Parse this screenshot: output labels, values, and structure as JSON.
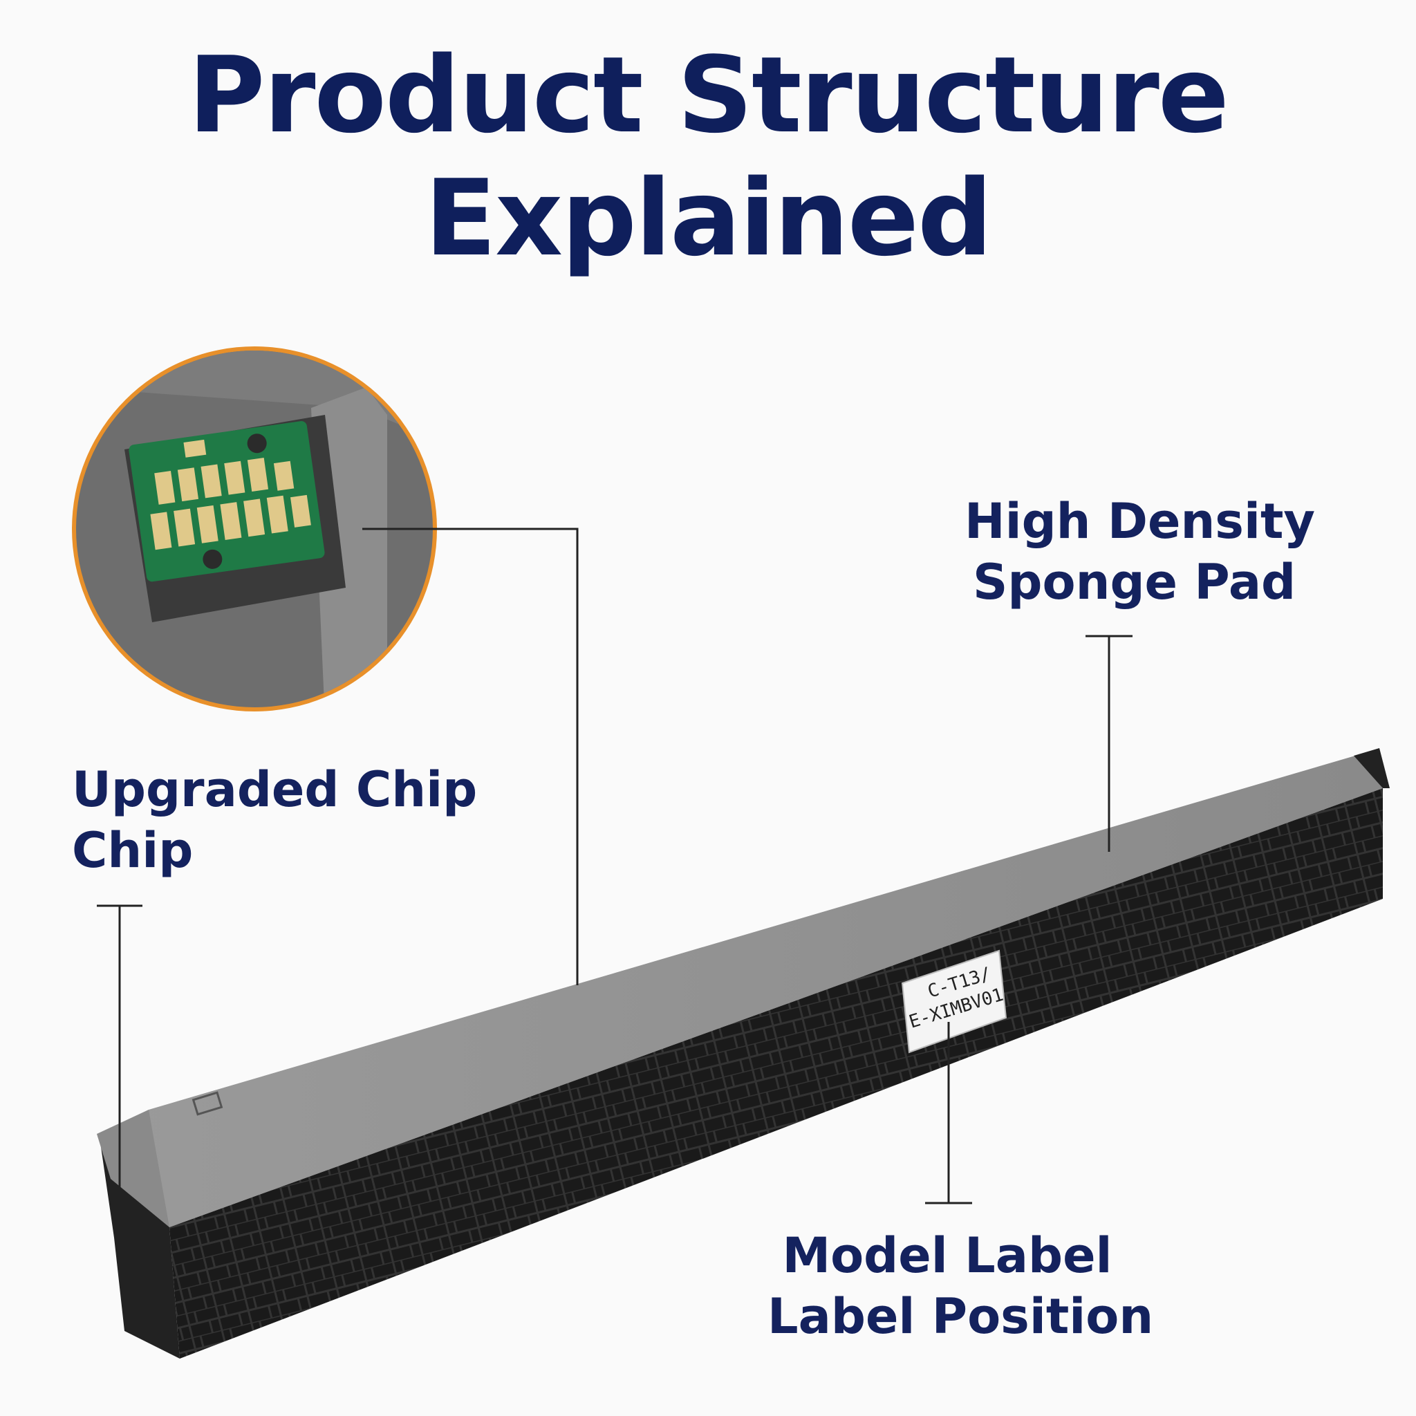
{
  "title": {
    "line1": "Product Structure",
    "line2": "Explained"
  },
  "callouts": {
    "sponge": {
      "line1": "High Density",
      "line2": "Sponge Pad"
    },
    "chip": {
      "line1": "Upgraded Chip",
      "line2": "Chip"
    },
    "label": {
      "line1": "Model Label",
      "line2": "Label Position"
    }
  },
  "product_label": {
    "line1": "C-T13/",
    "line2": "E-XIMBV01"
  },
  "colors": {
    "heading": "#0f1f5c",
    "inset_ring": "#e8902a",
    "chip_board": "#1f7a46",
    "chip_contacts": "#e0c98a",
    "housing_gray": "#8f8f8f",
    "sponge_black": "#1b1b1b"
  }
}
